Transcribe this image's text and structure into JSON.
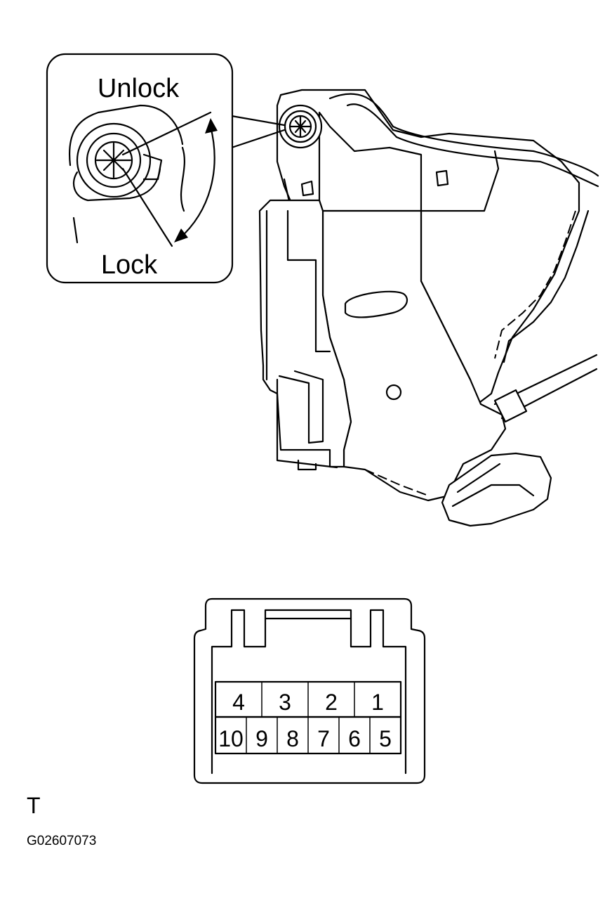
{
  "callout": {
    "unlock_label": "Unlock",
    "lock_label": "Lock"
  },
  "connector": {
    "top_row": [
      "4",
      "3",
      "2",
      "1"
    ],
    "bottom_row": [
      "10",
      "9",
      "8",
      "7",
      "6",
      "5"
    ]
  },
  "footer": {
    "view_letter": "T",
    "figure_code": "G02607073"
  }
}
